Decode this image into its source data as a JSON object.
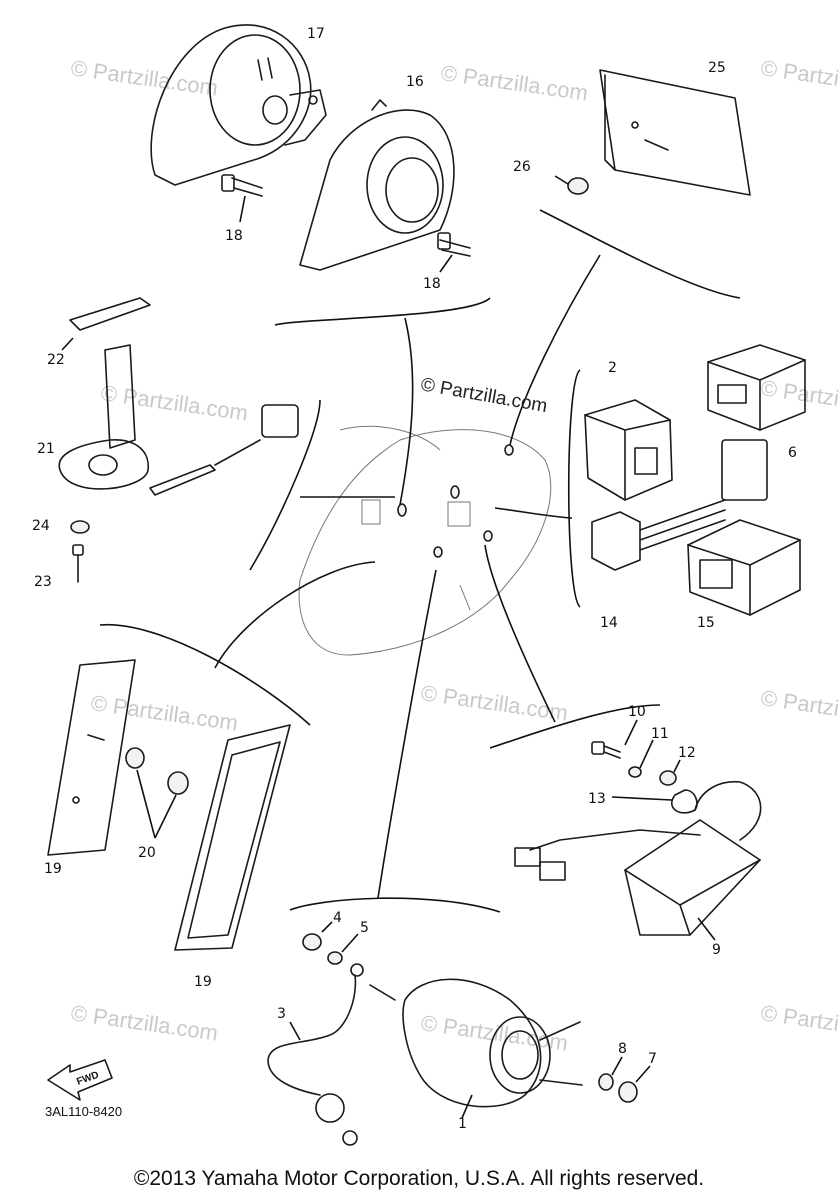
{
  "watermark": {
    "main": "© Partzilla.com",
    "repeat": "© Partzilla.com"
  },
  "callouts": [
    "1",
    "2",
    "3",
    "4",
    "5",
    "6",
    "7",
    "8",
    "9",
    "10",
    "11",
    "12",
    "13",
    "14",
    "15",
    "16",
    "17",
    "18",
    "18",
    "19",
    "19",
    "20",
    "21",
    "22",
    "23",
    "24",
    "25",
    "26"
  ],
  "fwd_label": "FWD",
  "diagram_code": "3AL110-8420",
  "copyright": "©2013 Yamaha Motor Corporation, U.S.A. All rights reserved."
}
